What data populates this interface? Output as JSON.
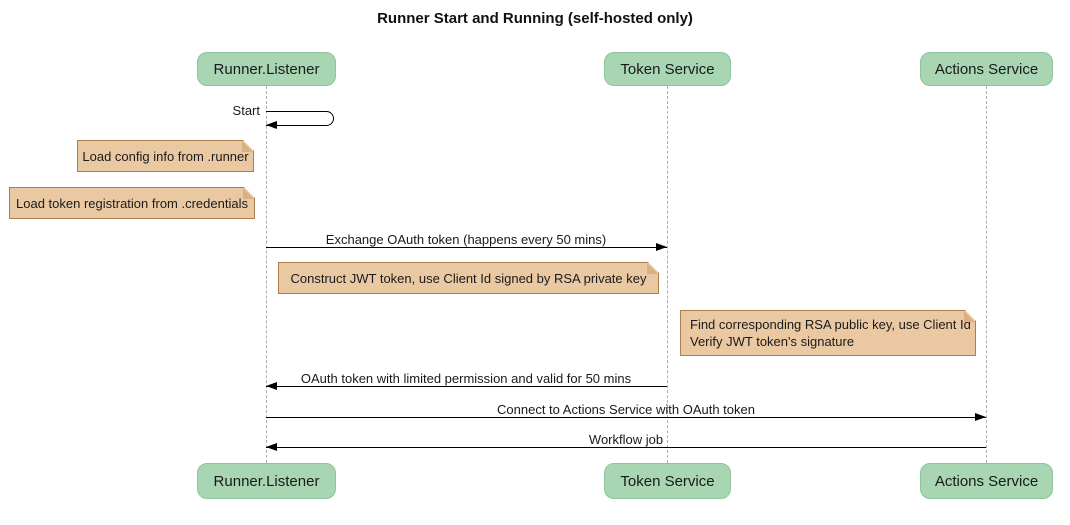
{
  "title": "Runner Start and Running (self-hosted only)",
  "participants": [
    {
      "label": "Runner.Listener"
    },
    {
      "label": "Token Service"
    },
    {
      "label": "Actions Service"
    }
  ],
  "messages": [
    {
      "label": "Start",
      "from": "Runner.Listener",
      "to": "Runner.Listener",
      "type": "self"
    },
    {
      "label": "Exchange OAuth token (happens every 50 mins)",
      "from": "Runner.Listener",
      "to": "Token Service",
      "type": "solid-arrow"
    },
    {
      "label": "OAuth token with limited permission and valid for 50 mins",
      "from": "Token Service",
      "to": "Runner.Listener",
      "type": "solid-arrow"
    },
    {
      "label": "Connect to Actions Service with OAuth token",
      "from": "Runner.Listener",
      "to": "Actions Service",
      "type": "solid-arrow"
    },
    {
      "label": "Workflow job",
      "from": "Actions Service",
      "to": "Runner.Listener",
      "type": "solid-arrow"
    }
  ],
  "notes": [
    {
      "text": "Load config info from .runner",
      "position": "left of Runner.Listener"
    },
    {
      "text": "Load token registration from .credentials",
      "position": "left of Runner.Listener"
    },
    {
      "text": "Construct JWT token, use Client Id signed by RSA private key",
      "position": "between Runner.Listener and Token Service"
    },
    {
      "line1": "Find corresponding RSA public key, use Client Id",
      "line2": "Verify JWT token's signature",
      "position": "between Token Service and Actions Service"
    }
  ],
  "colors": {
    "background": "#ffffff",
    "participant_fill": "#a8d5b2",
    "participant_border": "#8fc49c",
    "note_fill": "#eac9a2",
    "note_border": "#a97f50",
    "note_fold": "#d8b184",
    "lifeline": "#adadad",
    "arrow": "#000000",
    "text": "#1a1a1a"
  }
}
